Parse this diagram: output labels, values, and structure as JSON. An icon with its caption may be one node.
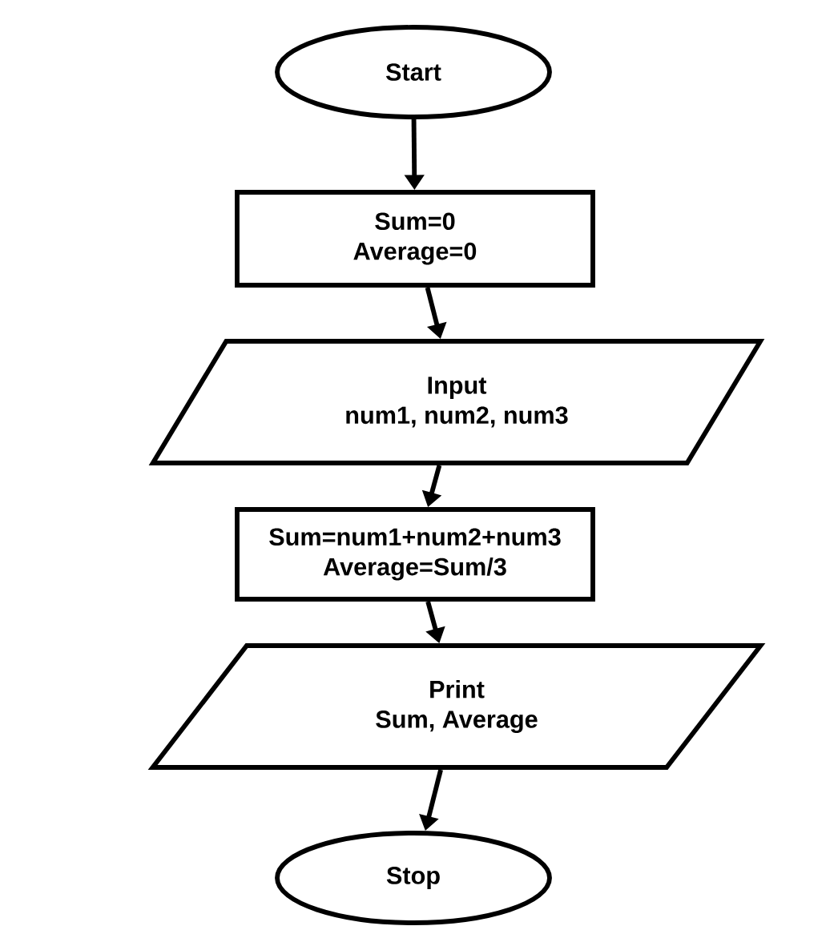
{
  "diagram": {
    "nodes": [
      {
        "text": [
          "Start"
        ]
      },
      {
        "text": [
          "Sum=0",
          "Average=0"
        ]
      },
      {
        "text": [
          "Input",
          "num1, num2, num3"
        ]
      },
      {
        "text": [
          "Sum=num1+num2+num3",
          "Average=Sum/3"
        ]
      },
      {
        "text": [
          "Print",
          "Sum, Average"
        ]
      },
      {
        "text": [
          "Stop"
        ]
      }
    ],
    "edges": [
      {
        "from": 0,
        "to": 1,
        "arrow": "to"
      },
      {
        "from": 1,
        "to": 2,
        "arrow": "to"
      },
      {
        "from": 2,
        "to": 3,
        "arrow": "to"
      },
      {
        "from": 3,
        "to": 4,
        "arrow": "to"
      },
      {
        "from": 4,
        "to": 5,
        "arrow": "to"
      }
    ]
  }
}
